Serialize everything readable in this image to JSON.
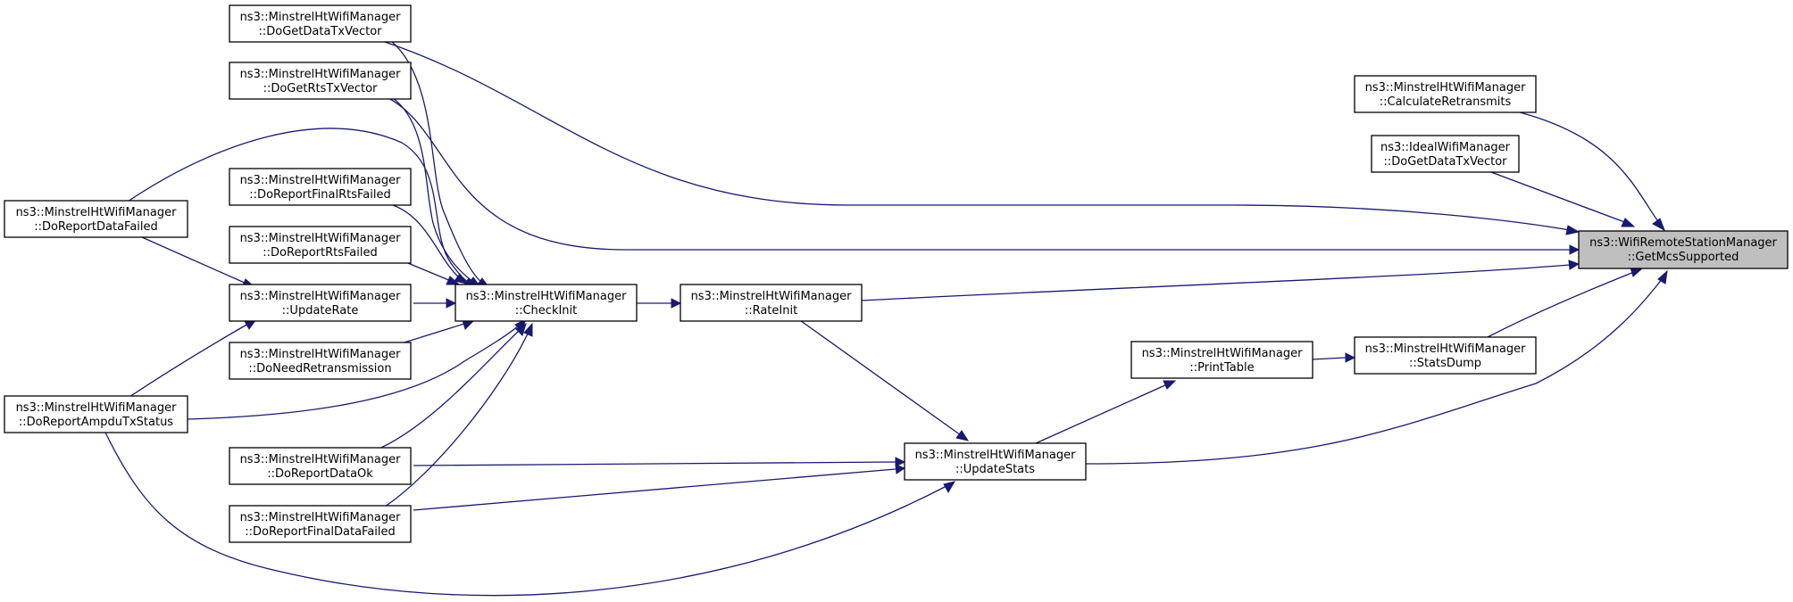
{
  "nodes": [
    {
      "id": "getmcs",
      "line1": "ns3::WifiRemoteStationManager",
      "line2": "::GetMcsSupported"
    },
    {
      "id": "calcret",
      "line1": "ns3::MinstrelHtWifiManager",
      "line2": "::CalculateRetransmits"
    },
    {
      "id": "idealtx",
      "line1": "ns3::IdealWifiManager",
      "line2": "::DoGetDataTxVector"
    },
    {
      "id": "datatx",
      "line1": "ns3::MinstrelHtWifiManager",
      "line2": "::DoGetDataTxVector"
    },
    {
      "id": "rtstx",
      "line1": "ns3::MinstrelHtWifiManager",
      "line2": "::DoGetRtsTxVector"
    },
    {
      "id": "finalrts",
      "line1": "ns3::MinstrelHtWifiManager",
      "line2": "::DoReportFinalRtsFailed"
    },
    {
      "id": "rtsfail",
      "line1": "ns3::MinstrelHtWifiManager",
      "line2": "::DoReportRtsFailed"
    },
    {
      "id": "datafail",
      "line1": "ns3::MinstrelHtWifiManager",
      "line2": "::DoReportDataFailed"
    },
    {
      "id": "upd",
      "line1": "ns3::MinstrelHtWifiManager",
      "line2": "::UpdateRate"
    },
    {
      "id": "check",
      "line1": "ns3::MinstrelHtWifiManager",
      "line2": "::CheckInit"
    },
    {
      "id": "rateinit",
      "line1": "ns3::MinstrelHtWifiManager",
      "line2": "::RateInit"
    },
    {
      "id": "needret",
      "line1": "ns3::MinstrelHtWifiManager",
      "line2": "::DoNeedRetransmission"
    },
    {
      "id": "ampdu",
      "line1": "ns3::MinstrelHtWifiManager",
      "line2": "::DoReportAmpduTxStatus"
    },
    {
      "id": "dataok",
      "line1": "ns3::MinstrelHtWifiManager",
      "line2": "::DoReportDataOk"
    },
    {
      "id": "finaldat",
      "line1": "ns3::MinstrelHtWifiManager",
      "line2": "::DoReportFinalDataFailed"
    },
    {
      "id": "print",
      "line1": "ns3::MinstrelHtWifiManager",
      "line2": "::PrintTable"
    },
    {
      "id": "stats",
      "line1": "ns3::MinstrelHtWifiManager",
      "line2": "::StatsDump"
    },
    {
      "id": "updstats",
      "line1": "ns3::MinstrelHtWifiManager",
      "line2": "::UpdateStats"
    }
  ],
  "edges": [
    {
      "from": "calcret",
      "to": "getmcs"
    },
    {
      "from": "idealtx",
      "to": "getmcs"
    },
    {
      "from": "datatx",
      "to": "getmcs"
    },
    {
      "from": "rtstx",
      "to": "getmcs"
    },
    {
      "from": "rateinit",
      "to": "getmcs"
    },
    {
      "from": "stats",
      "to": "getmcs"
    },
    {
      "from": "updstats",
      "to": "getmcs"
    },
    {
      "from": "check",
      "to": "rateinit"
    },
    {
      "from": "rateinit",
      "to": "updstats"
    },
    {
      "from": "print",
      "to": "stats"
    },
    {
      "from": "updstats",
      "to": "print"
    },
    {
      "from": "upd",
      "to": "check"
    },
    {
      "from": "datafail",
      "to": "upd"
    },
    {
      "from": "ampdu",
      "to": "upd"
    },
    {
      "from": "datatx",
      "to": "check"
    },
    {
      "from": "rtstx",
      "to": "check"
    },
    {
      "from": "datafail",
      "to": "check"
    },
    {
      "from": "finalrts",
      "to": "check"
    },
    {
      "from": "rtsfail",
      "to": "check"
    },
    {
      "from": "needret",
      "to": "check"
    },
    {
      "from": "ampdu",
      "to": "check"
    },
    {
      "from": "dataok",
      "to": "check"
    },
    {
      "from": "finaldat",
      "to": "check"
    },
    {
      "from": "dataok",
      "to": "updstats"
    },
    {
      "from": "finaldat",
      "to": "updstats"
    },
    {
      "from": "ampdu",
      "to": "updstats"
    }
  ]
}
